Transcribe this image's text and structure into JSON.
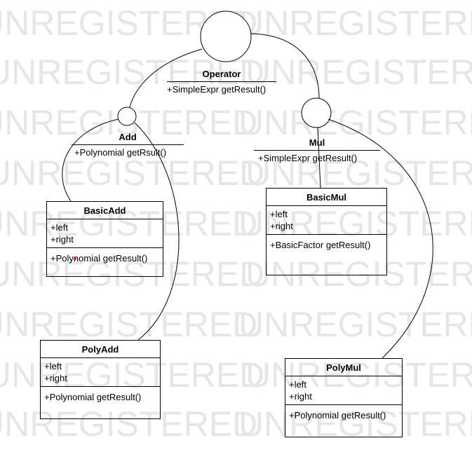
{
  "watermark": {
    "text": "UNREGISTERED",
    "color": "#e6e6e6"
  },
  "interfaces": {
    "operator": {
      "name": "Operator",
      "operation": "+SimpleExpr getResult()"
    },
    "add": {
      "name": "Add",
      "operation": "+Polynomial getRsult()"
    },
    "mul": {
      "name": "Mul",
      "operation": "+SimpleExpr getResult()"
    }
  },
  "classes": {
    "basicadd": {
      "name": "BasicAdd",
      "attributes": [
        "+left",
        "+right"
      ],
      "operation": "+Polynomial getResult()"
    },
    "polyadd": {
      "name": "PolyAdd",
      "attributes": [
        "+left",
        "+right"
      ],
      "operation": "+Polynomial getResult()"
    },
    "basicmul": {
      "name": "BasicMul",
      "attributes": [
        "+left",
        "+right"
      ],
      "operation": "+BasicFactor getResult()"
    },
    "polymul": {
      "name": "PolyMul",
      "attributes": [
        "+left",
        "+right"
      ],
      "operation": "+Polynomial getResult()"
    }
  },
  "colors": {
    "line": "#000000",
    "marker": "#e0141e"
  }
}
